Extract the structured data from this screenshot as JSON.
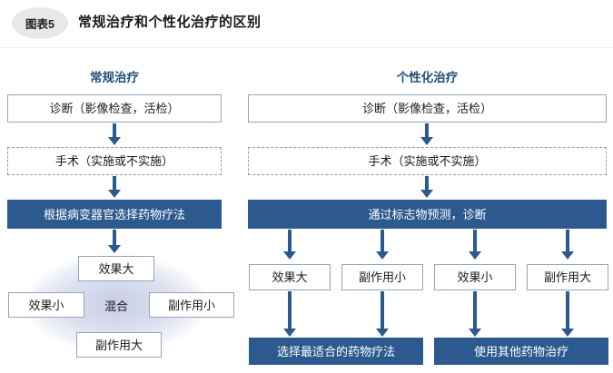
{
  "header": {
    "badge": "图表5",
    "title": "常规治疗和个性化治疗的区别"
  },
  "colors": {
    "accent_fill": "#2d5a8e",
    "heading_text": "#1f4e79",
    "box_border": "#93a4bb",
    "dashed_border": "#9a9a9a",
    "badge_bg": "#e8e8e8",
    "glow": "#c5cae4",
    "rule": "#ededed"
  },
  "left_column": {
    "heading": "常规治疗",
    "steps": [
      {
        "label": "诊断（影像检查，活检）",
        "style": "outline"
      },
      {
        "label": "手术（实施或不实施）",
        "style": "dashed"
      },
      {
        "label": "根据病变器官选择药物疗法",
        "style": "filled"
      }
    ],
    "outcome_cluster": {
      "center": "混合",
      "top": "效果大",
      "left": "效果小",
      "right": "副作用小",
      "bottom": "副作用大"
    }
  },
  "right_column": {
    "heading": "个性化治疗",
    "steps": [
      {
        "label": "诊断（影像检查，活检）",
        "style": "outline"
      },
      {
        "label": "手术（实施或不实施）",
        "style": "dashed"
      },
      {
        "label": "通过标志物预测，诊断",
        "style": "filled"
      }
    ],
    "branches": [
      {
        "label": "效果大"
      },
      {
        "label": "副作用小"
      },
      {
        "label": "效果小"
      },
      {
        "label": "副作用大"
      }
    ],
    "conclusions": [
      {
        "label": "选择最适合的药物疗法"
      },
      {
        "label": "使用其他药物治疗"
      }
    ]
  }
}
